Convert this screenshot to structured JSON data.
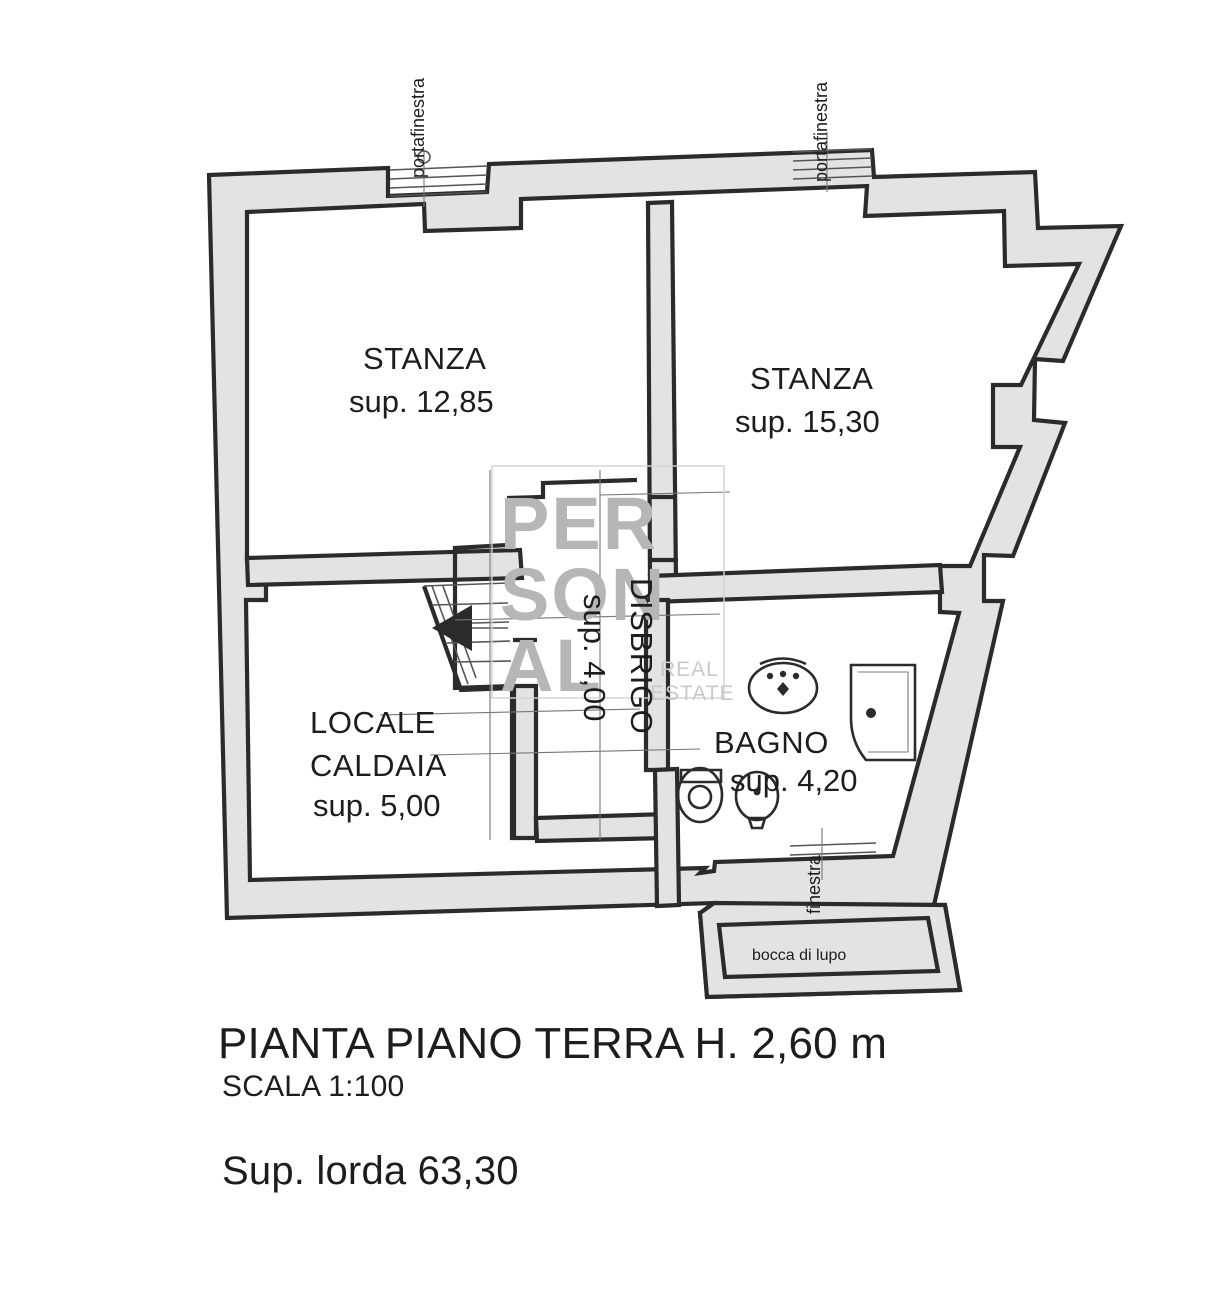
{
  "document": {
    "type": "architectural-floor-plan",
    "language": "it"
  },
  "caption": {
    "title": "PIANTA PIANO TERRA H. 2,60 m",
    "scale": "SCALA 1:100",
    "gross_area": "Sup. lorda 63,30"
  },
  "rooms": [
    {
      "id": "stanza-1",
      "name": "STANZA",
      "area_label": "sup. 12,85",
      "area": 12.85
    },
    {
      "id": "stanza-2",
      "name": "STANZA",
      "area_label": "sup. 15,30",
      "area": 15.3
    },
    {
      "id": "locale-caldaia",
      "name_line1": "LOCALE",
      "name_line2": "CALDAIA",
      "area_label": "sup. 5,00",
      "area": 5.0
    },
    {
      "id": "disbrigo",
      "name": "DISBRIGO",
      "area_label": "sup. 4,00",
      "area": 4.0
    },
    {
      "id": "bagno",
      "name": "BAGNO",
      "area_label": "sup. 4,20",
      "area": 4.2
    }
  ],
  "openings": [
    {
      "id": "portafinestra-left",
      "label": "portafinestra"
    },
    {
      "id": "portafinestra-right",
      "label": "portafinestra"
    },
    {
      "id": "finestra-bagno",
      "label": "finestra"
    }
  ],
  "features": [
    {
      "id": "bocca-di-lupo",
      "label": "bocca di lupo"
    }
  ],
  "watermark": {
    "line1": "PER",
    "line2": "SON",
    "line3": "AL",
    "sub1": "REAL",
    "sub2": "ESTATE"
  },
  "colors": {
    "wall_fill": "#e3e3e3",
    "wall_stroke": "#2b2b2b",
    "text": "#1d1d1d",
    "watermark": "#b6b6b6",
    "background": "#ffffff"
  }
}
